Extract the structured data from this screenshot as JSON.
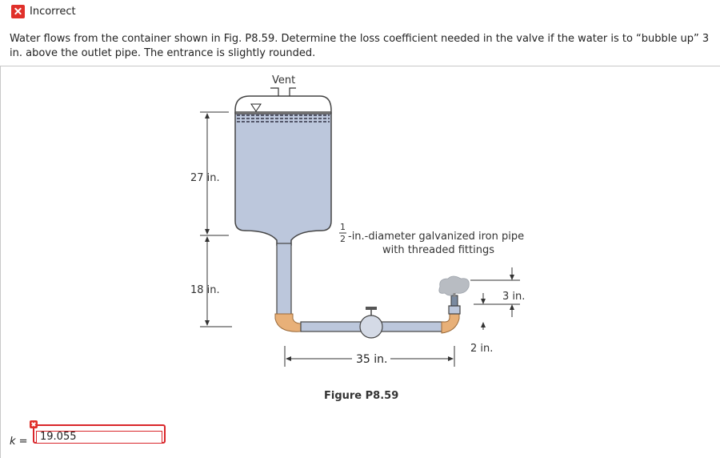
{
  "status": {
    "label": "Incorrect",
    "icon": "x-mark-icon",
    "color": "#e0302a"
  },
  "problem": {
    "text": "Water flows from the container shown in Fig. P8.59. Determine the loss coefficient needed in the valve if the water is to “bubble up” 3 in. above the outlet pipe. The entrance is slightly rounded."
  },
  "figure": {
    "vent_label": "Vent",
    "height_tank_label": "27 in.",
    "height_pipe_label": "18 in.",
    "pipe_fraction_num": "1",
    "pipe_fraction_den": "2",
    "pipe_desc_line1": "-in.-diameter galvanized iron pipe",
    "pipe_desc_line2": "with threaded fittings",
    "bubble_label": "3 in.",
    "riser_label": "2 in.",
    "length_label": "35 in.",
    "caption": "Figure P8.59"
  },
  "answer": {
    "variable": "k",
    "equals": "=",
    "value": "19.055"
  }
}
